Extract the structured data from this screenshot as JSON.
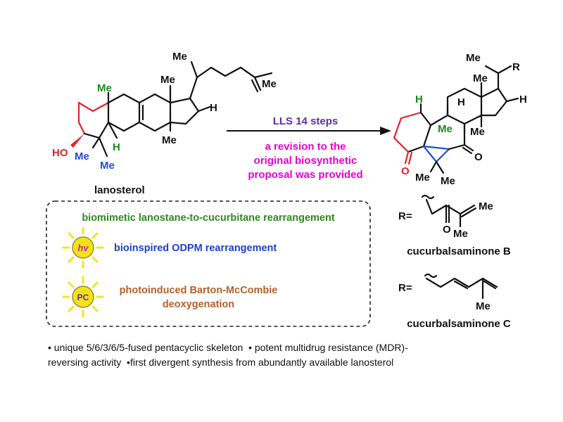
{
  "colors": {
    "purple": "#5b2fa6",
    "magenta": "#e800d4",
    "green": "#2e8b1e",
    "blue": "#1d3fd0",
    "brown": "#b4612a",
    "red": "#e0242a",
    "green_me": "#1a8a1a",
    "sun_fill": "#f2e21a",
    "sun_ray": "#f5e41a"
  },
  "reaction": {
    "top_label": "LLS 14 steps",
    "bottom_line1": "a revision to the",
    "bottom_line2": "original biosynthetic",
    "bottom_line3": "proposal was provided"
  },
  "lanosterol": {
    "name": "lanosterol",
    "atoms": {
      "me_side1": "Me",
      "me_side2": "Me",
      "me_13": "Me",
      "me_10": "Me",
      "me_14": "Me",
      "h_17": "H",
      "h_5": "H",
      "ho": "HO",
      "me_4a": "Me",
      "me_4b": "Me"
    }
  },
  "product": {
    "atoms": {
      "me_side": "Me",
      "r": "R",
      "me_13": "Me",
      "h_17": "H",
      "h_8": "H",
      "h_9": "H",
      "me_10": "Me",
      "me_14": "Me",
      "o1": "O",
      "o2": "O",
      "me_cp1": "Me",
      "me_cp2": "Me"
    }
  },
  "box": {
    "title": "biomimetic lanostane-to-cucurbitane rearrangement",
    "item1_icon_text": "hv",
    "item1_text": "bioinspired ODPM  rearrangement",
    "item2_icon_text": "PC",
    "item2_text_line1": "photoinduced Barton-McCombie",
    "item2_text_line2": "deoxygenation"
  },
  "r_groups": {
    "r_label": "R=",
    "b_o": "O",
    "b_me1": "Me",
    "b_me2": "Me",
    "b_name": "cucurbalsaminone B",
    "c_me": "Me",
    "c_name": "cucurbalsaminone C"
  },
  "notes": {
    "item1": "unique 5/6/3/6/5-fused pentacyclic skeleton",
    "item2": "potent multidrug resistance (MDR)-",
    "item2b": "reversing activity",
    "item3": "first divergent synthesis from abundantly available lanosterol"
  }
}
